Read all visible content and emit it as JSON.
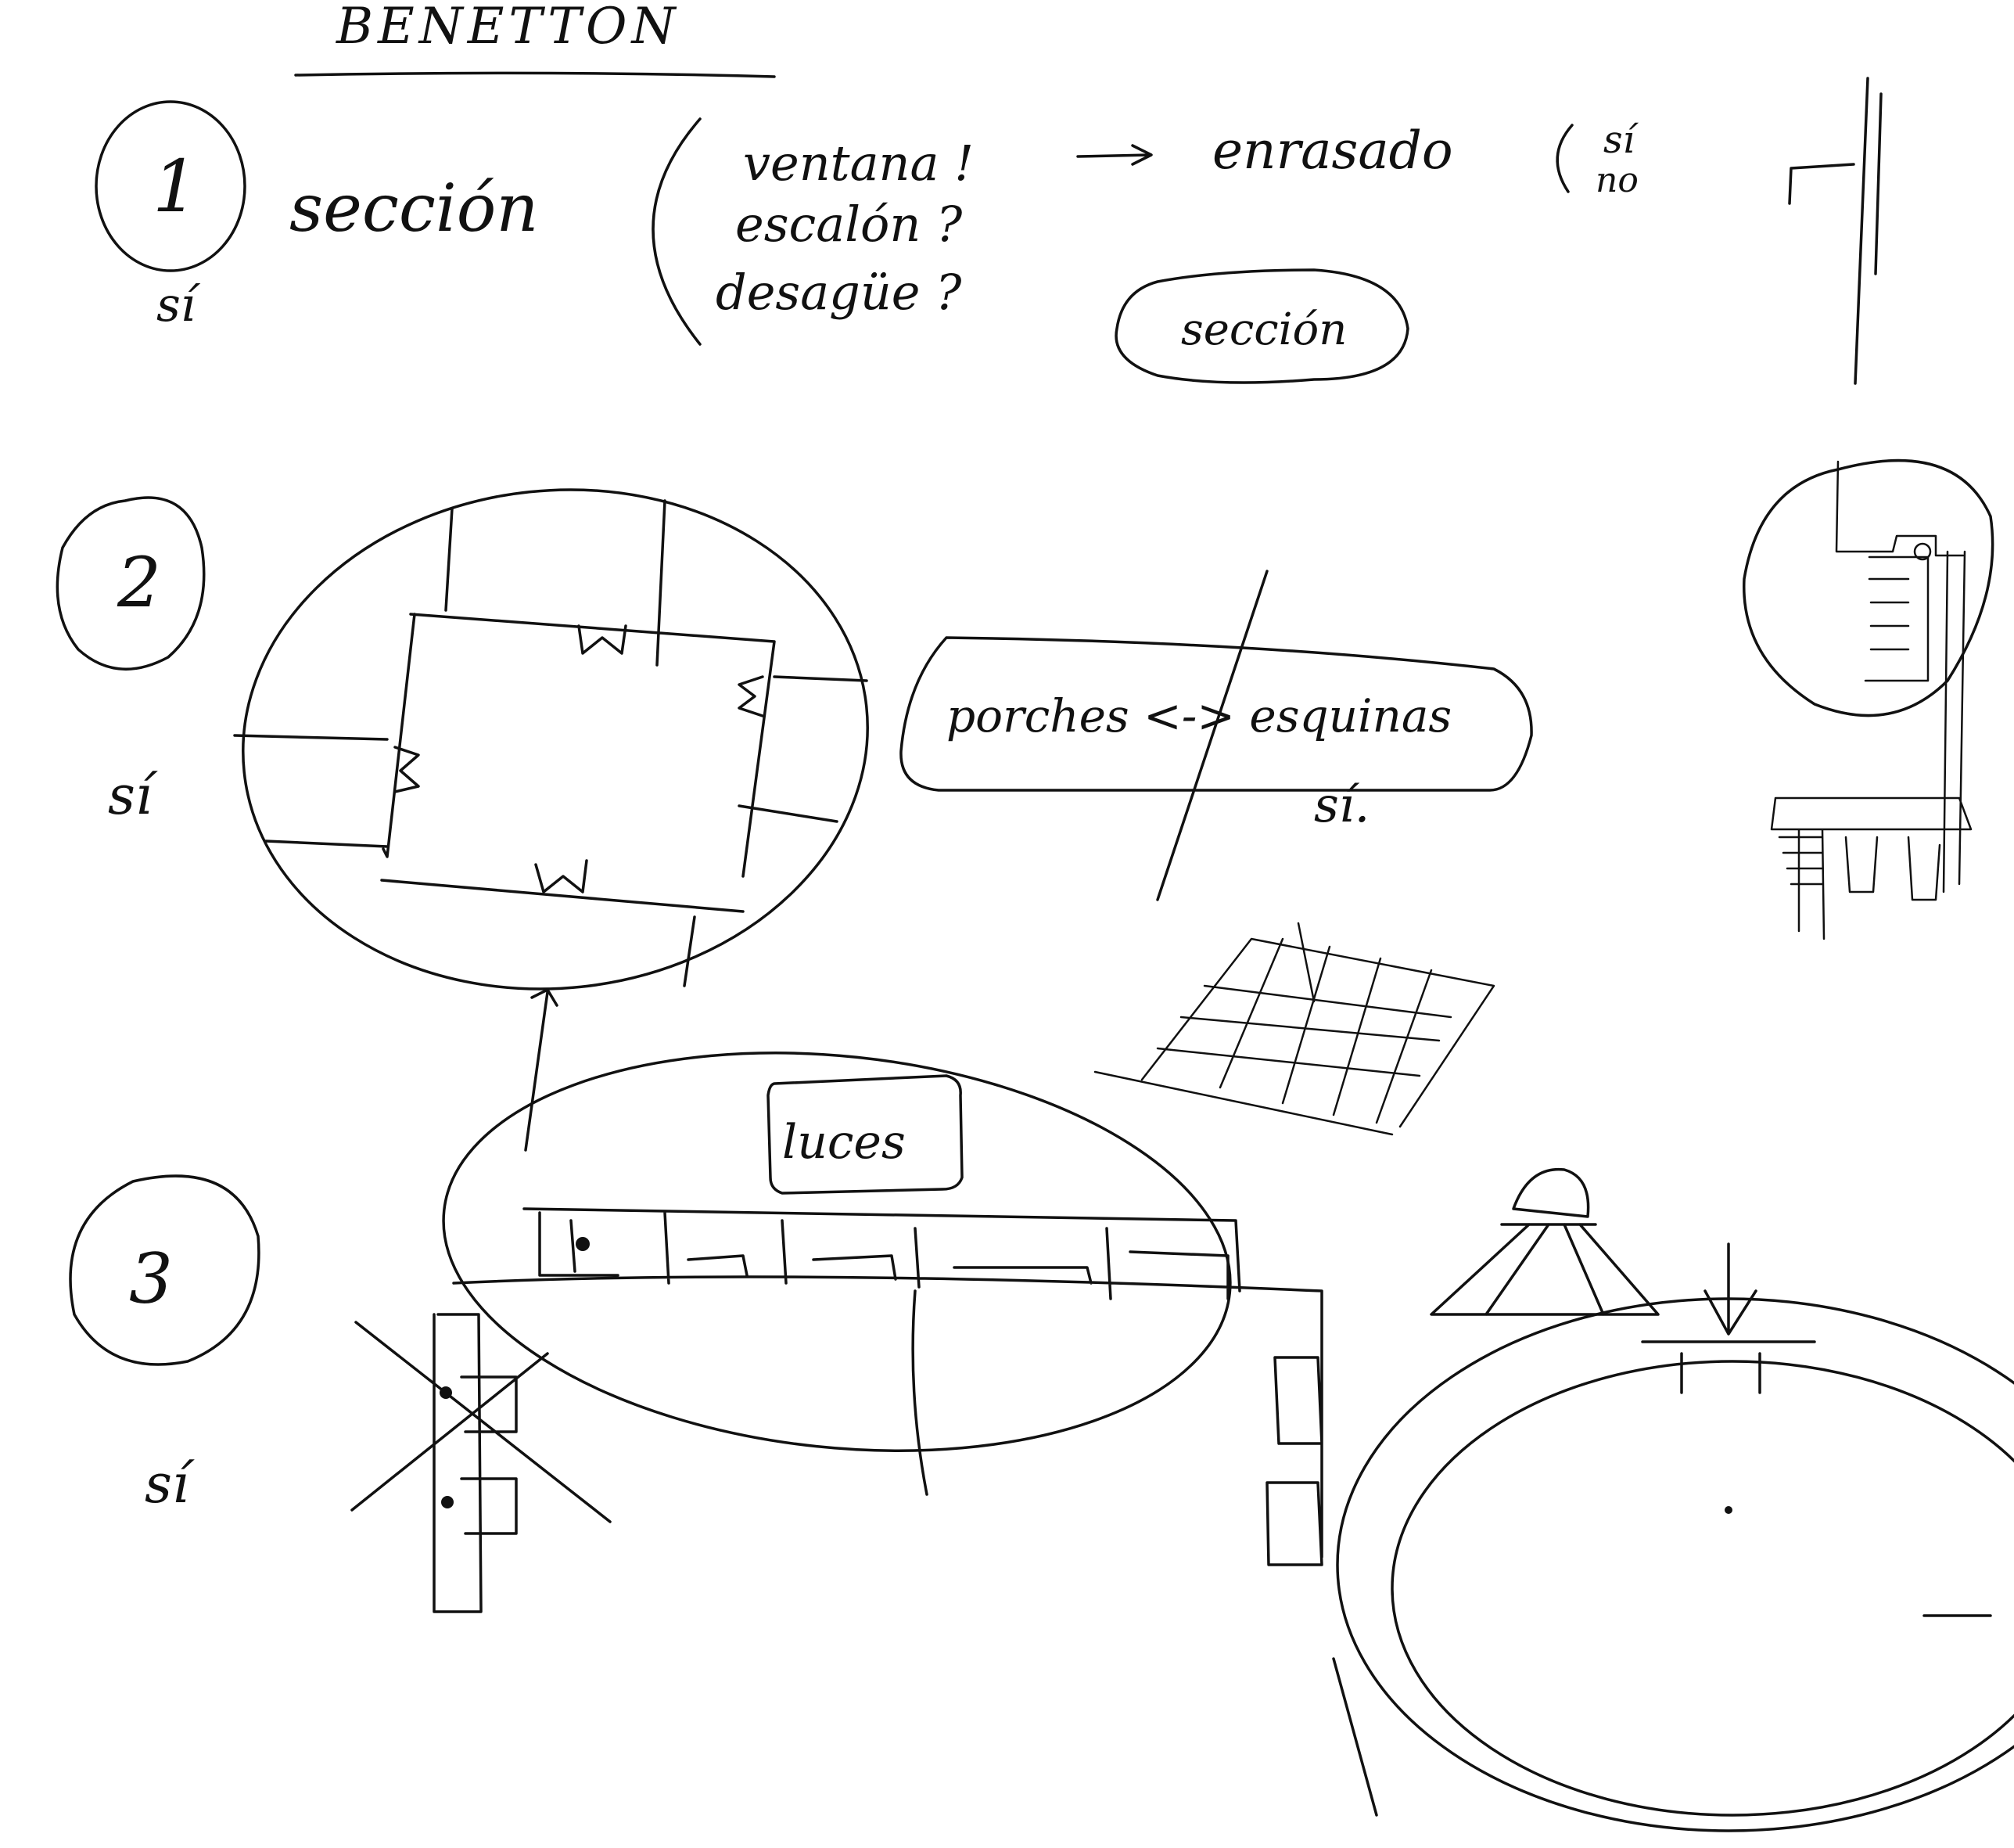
{
  "title": "BENETTON",
  "items": [
    {
      "number": "1",
      "check": "sí",
      "label": "sección",
      "questions": [
        "ventana !",
        "escalón ?",
        "desagüe ?"
      ],
      "arrow_to": "enrasado",
      "options": [
        "sí",
        "no"
      ],
      "bubble": "sección"
    },
    {
      "number": "2",
      "check": "sí",
      "bubble": "porches <-> esquinas",
      "bubble_check": "sí."
    },
    {
      "number": "3",
      "check": "sí",
      "bubble": "luces"
    }
  ],
  "ink_color": "#111111",
  "paper_color": "#ffffff"
}
